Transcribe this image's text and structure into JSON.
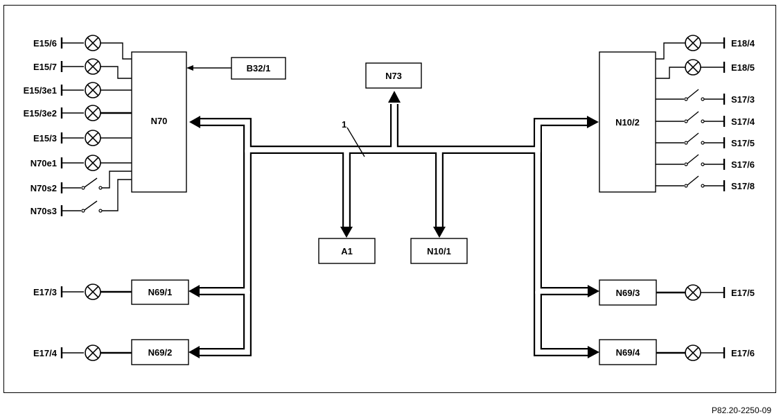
{
  "figure_code": "P82.20-2250-09",
  "bus_label": "1",
  "modules": {
    "n70": "N70",
    "b32_1": "B32/1",
    "n73": "N73",
    "a1": "A1",
    "n10_1": "N10/1",
    "n10_2": "N10/2",
    "n69_1": "N69/1",
    "n69_2": "N69/2",
    "n69_3": "N69/3",
    "n69_4": "N69/4"
  },
  "left_components": [
    "E15/6",
    "E15/7",
    "E15/3e1",
    "E15/3e2",
    "E15/3",
    "N70e1",
    "N70s2",
    "N70s3"
  ],
  "right_components": [
    "E18/4",
    "E18/5",
    "S17/3",
    "S17/4",
    "S17/5",
    "S17/6",
    "S17/8"
  ],
  "lower_components": {
    "e17_3": "E17/3",
    "e17_4": "E17/4",
    "e17_5": "E17/5",
    "e17_6": "E17/6"
  }
}
